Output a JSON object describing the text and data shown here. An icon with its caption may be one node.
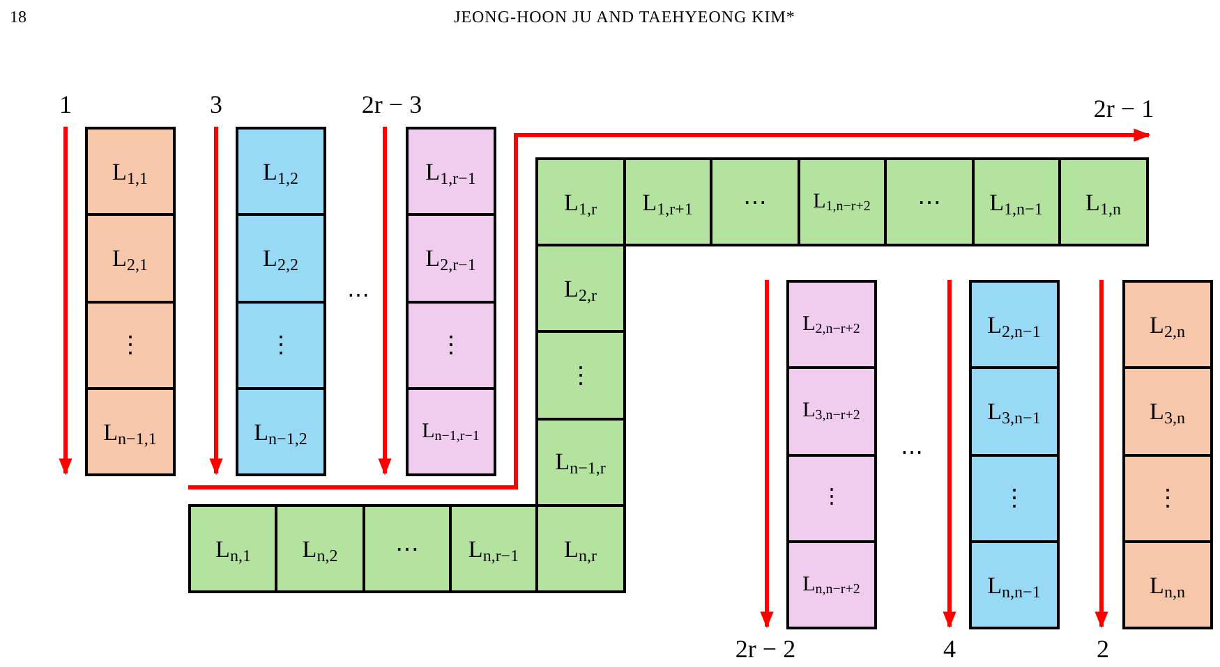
{
  "diagram": {
    "nodes": [
      {
        "text": [
          "L$_{1,1}$"
        ]
      },
      {
        "text": [
          "L$_{2,1}$"
        ]
      },
      {
        "text": [
          "⋮"
        ]
      },
      {
        "text": [
          "L$_{n−1,1}$"
        ]
      },
      {
        "text": [
          "L$_{1,2}$"
        ]
      },
      {
        "text": [
          "L$_{2,2}$"
        ]
      },
      {
        "text": [
          "⋮"
        ]
      },
      {
        "text": [
          "L$_{n−1,2}$"
        ]
      },
      {
        "text": [
          "L$_{1,r−1}$"
        ]
      },
      {
        "text": [
          "L$_{2,r−1}$"
        ]
      },
      {
        "text": [
          "⋮"
        ]
      },
      {
        "text": [
          "L$_{n−1,r−1}$"
        ]
      },
      {
        "text": [
          "L$_{1,r}$"
        ]
      },
      {
        "text": [
          "L$_{1,r+1}$"
        ]
      },
      {
        "text": [
          "⋯"
        ]
      },
      {
        "text": [
          "L$_{1,n−r+2}$"
        ]
      },
      {
        "text": [
          "⋯"
        ]
      },
      {
        "text": [
          "L$_{1,n−1}$"
        ]
      },
      {
        "text": [
          "L$_{1,n}$"
        ]
      },
      {
        "text": [
          "L$_{2,r}$"
        ]
      },
      {
        "text": [
          "⋮"
        ]
      },
      {
        "text": [
          "L$_{n−1,r}$"
        ]
      },
      {
        "text": [
          "L$_{n,1}$"
        ]
      },
      {
        "text": [
          "L$_{n,2}$"
        ]
      },
      {
        "text": [
          "⋯"
        ]
      },
      {
        "text": [
          "L$_{n,r−1}$"
        ]
      },
      {
        "text": [
          "L$_{n,r}$"
        ]
      },
      {
        "text": [
          "L$_{2,n−r+2}$"
        ]
      },
      {
        "text": [
          "L$_{3,n−r+2}$"
        ]
      },
      {
        "text": [
          "⋮"
        ]
      },
      {
        "text": [
          "L$_{n,n−r+2}$"
        ]
      },
      {
        "text": [
          "L$_{2,n−1}$"
        ]
      },
      {
        "text": [
          "L$_{3,n−1}$"
        ]
      },
      {
        "text": [
          "⋮"
        ]
      },
      {
        "text": [
          "L$_{n,n−1}$"
        ]
      },
      {
        "text": [
          "L$_{2,n}$"
        ]
      },
      {
        "text": [
          "L$_{3,n}$"
        ]
      },
      {
        "text": [
          "⋮"
        ]
      },
      {
        "text": [
          "L$_{n,n}$"
        ]
      }
    ],
    "labels": [
      "18",
      "JEONG-HOON JU AND TAEHYEONG KIM*",
      "1",
      "3",
      "2r − 3",
      "2r − 1",
      "⋯",
      "⋯",
      "2r − 2",
      "4",
      "2"
    ]
  }
}
